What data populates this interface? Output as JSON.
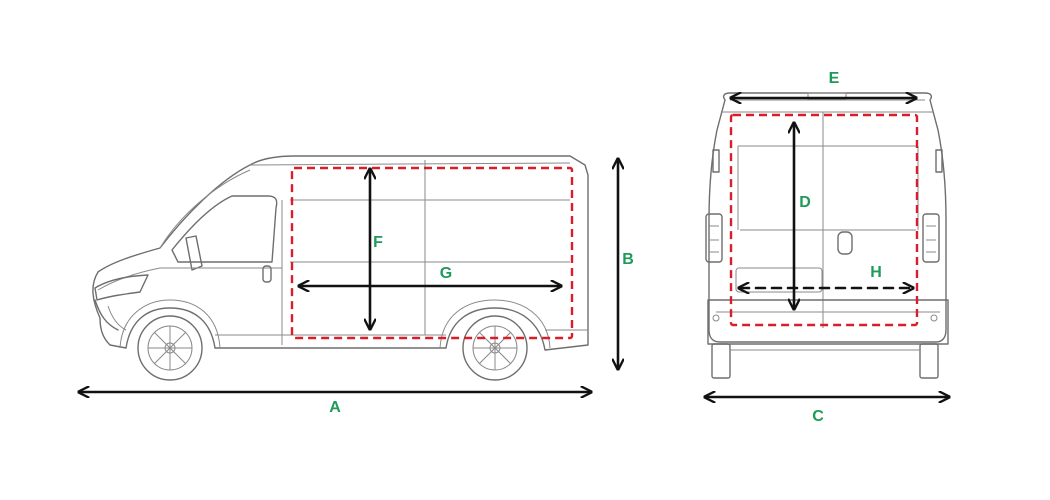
{
  "colors": {
    "label": "#1e9a5a",
    "arrow": "#111111",
    "cargo_outline": "#d81e2a",
    "vehicle_outline": "#6e6e6e"
  },
  "views": [
    "side-view",
    "rear-view"
  ],
  "dimensions": {
    "A": "A",
    "B": "B",
    "C": "C",
    "D": "D",
    "E": "E",
    "F": "F",
    "G": "G",
    "H": "H"
  }
}
